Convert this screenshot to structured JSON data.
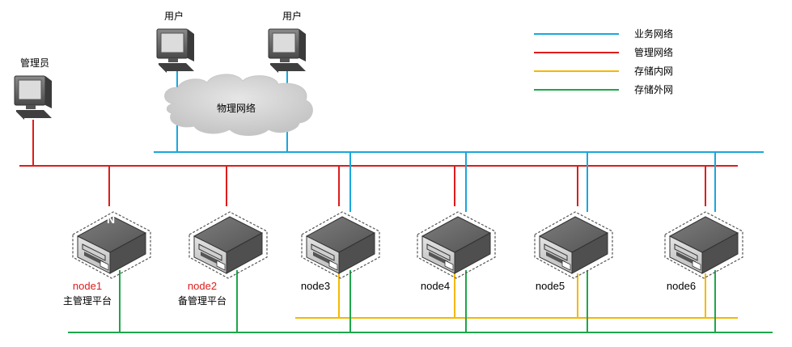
{
  "legend": [
    {
      "label": "业务网络",
      "color": "#1aa7dc"
    },
    {
      "label": "管理网络",
      "color": "#dd1c1c"
    },
    {
      "label": "存储内网",
      "color": "#f5b800"
    },
    {
      "label": "存储外网",
      "color": "#1ea64b"
    }
  ],
  "admin": {
    "label": "管理员"
  },
  "users": [
    {
      "label": "用户"
    },
    {
      "label": "用户"
    }
  ],
  "cloud": {
    "label": "物理网络"
  },
  "nodes": [
    {
      "name": "node1",
      "role": "主管理平台",
      "name_color": "#dd1c1c",
      "badge": "N"
    },
    {
      "name": "node2",
      "role": "备管理平台",
      "name_color": "#dd1c1c"
    },
    {
      "name": "node3",
      "role": "",
      "name_color": "#000000"
    },
    {
      "name": "node4",
      "role": "",
      "name_color": "#000000"
    },
    {
      "name": "node5",
      "role": "",
      "name_color": "#000000"
    },
    {
      "name": "node6",
      "role": "",
      "name_color": "#000000"
    }
  ]
}
